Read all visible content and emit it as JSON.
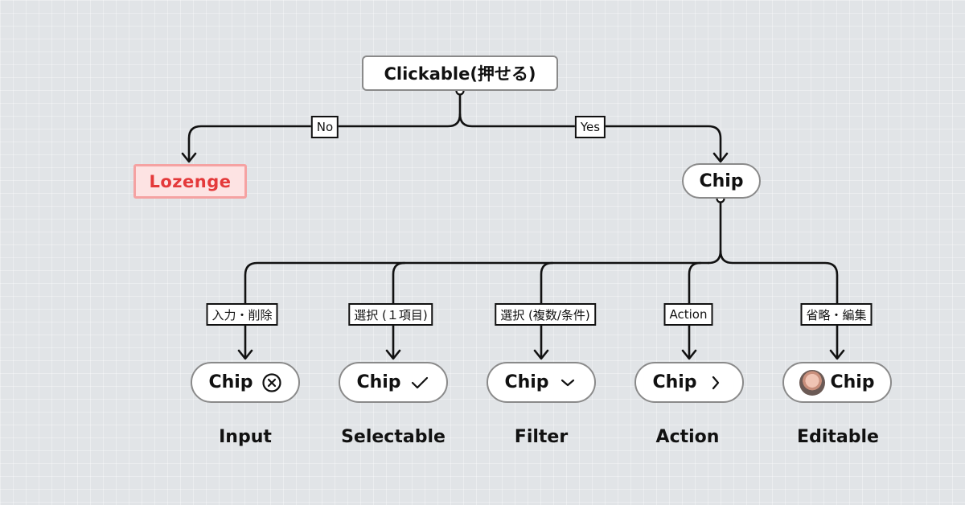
{
  "root": {
    "label": "Clickable(押せる)"
  },
  "branches": {
    "no": "No",
    "yes": "Yes"
  },
  "lozenge": {
    "label": "Lozenge",
    "color": "#e4393a"
  },
  "chip_node": {
    "label": "Chip"
  },
  "chips": [
    {
      "condition": "入力・削除",
      "chip_label": "Chip",
      "icon": "close-circle-icon",
      "category": "Input"
    },
    {
      "condition": "選択 (１項目)",
      "chip_label": "Chip",
      "icon": "check-icon",
      "category": "Selectable"
    },
    {
      "condition": "選択 (複数/条件)",
      "chip_label": "Chip",
      "icon": "chevron-down-icon",
      "category": "Filter"
    },
    {
      "condition": "Action",
      "chip_label": "Chip",
      "icon": "chevron-right-icon",
      "category": "Action"
    },
    {
      "condition": "省略・編集",
      "chip_label": "Chip",
      "icon": "avatar-image",
      "category": "Editable"
    }
  ]
}
